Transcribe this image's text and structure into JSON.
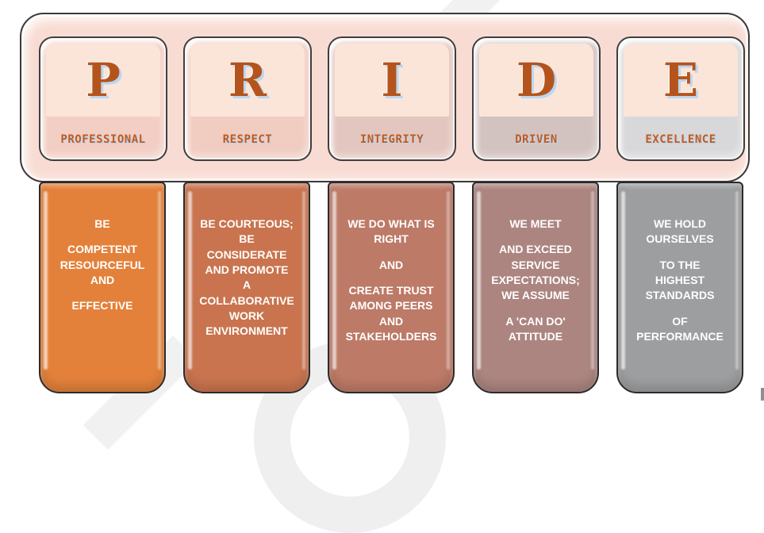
{
  "pillars": [
    {
      "letter": "P",
      "label": "PROFESSIONAL",
      "column_color": "#E3813B",
      "strip_color": "#F2CEC4",
      "desc": [
        [
          "BE"
        ],
        [
          "COMPETENT",
          "RESOURCEFUL",
          "AND"
        ],
        [
          "EFFECTIVE"
        ]
      ]
    },
    {
      "letter": "R",
      "label": "RESPECT",
      "column_color": "#C9744F",
      "strip_color": "#F0CCC1",
      "desc": [
        [
          "BE COURTEOUS;",
          "BE",
          "CONSIDERATE",
          "AND PROMOTE",
          "A",
          "COLLABORATIVE",
          "WORK",
          "ENVIRONMENT"
        ]
      ]
    },
    {
      "letter": "I",
      "label": "INTEGRITY",
      "column_color": "#BD7A67",
      "strip_color": "#E3C6BF",
      "desc": [
        [
          "WE DO WHAT IS",
          "RIGHT"
        ],
        [
          "AND"
        ],
        [
          "CREATE TRUST",
          "AMONG PEERS",
          "AND",
          "STAKEHOLDERS"
        ]
      ]
    },
    {
      "letter": "D",
      "label": "DRIVEN",
      "column_color": "#AC8580",
      "strip_color": "#D2C2C0",
      "desc": [
        [
          "WE MEET"
        ],
        [
          "AND EXCEED",
          "SERVICE",
          "EXPECTATIONS;",
          "WE ASSUME"
        ],
        [
          "A 'CAN DO'",
          "ATTITUDE"
        ]
      ]
    },
    {
      "letter": "E",
      "label": "EXCELLENCE",
      "column_color": "#9C9EA0",
      "strip_color": "#D8D8DA",
      "desc": [
        [
          "WE HOLD",
          "OURSELVES"
        ],
        [
          "TO THE",
          "HIGHEST",
          "STANDARDS"
        ],
        [
          "OF",
          "PERFORMANCE"
        ]
      ]
    }
  ],
  "colors": {
    "container_bg": "#F8DCD3",
    "container_border": "#3A3A3A",
    "letter_panel_bg": "#FBE5D9",
    "letter": "#B4541C",
    "letter_shadow": "#BCD6EF",
    "label": "#C25A1D",
    "column_text": "#FFFFFF"
  }
}
